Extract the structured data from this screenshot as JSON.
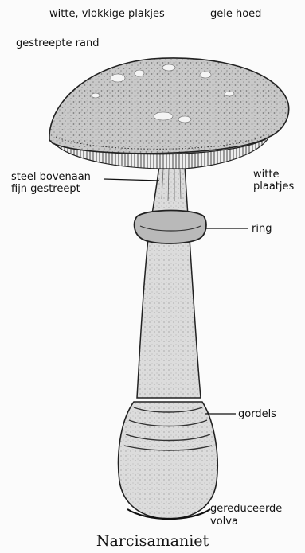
{
  "labels": {
    "witte_vlokkige_plakjes": "witte, vlokkige plakjes",
    "gele_hoed": "gele hoed",
    "gestreepte_rand": "gestreepte rand",
    "steel_line1": "steel bovenaan",
    "steel_line2": "fijn gestreept",
    "witte_line1": "witte",
    "witte_line2": "plaatjes",
    "ring": "ring",
    "gordels": "gordels",
    "volva_line1": "gereduceerde",
    "volva_line2": "volva"
  },
  "caption": "Narcisamaniet"
}
